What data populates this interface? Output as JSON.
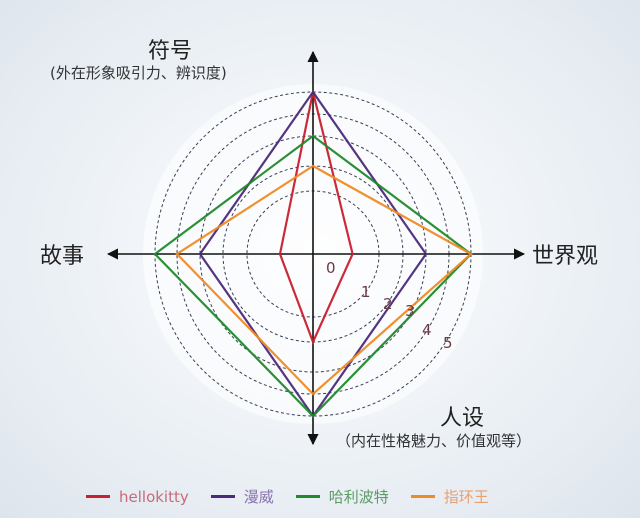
{
  "chart_data": {
    "type": "radar",
    "title": "",
    "scale": {
      "min": 0,
      "max": 5,
      "ticks": [
        0,
        1,
        2,
        3,
        4,
        5
      ],
      "grid": "dashed concentric circles"
    },
    "axes": [
      {
        "key": "symbol",
        "label": "符号",
        "sublabel": "(外在形象吸引力、辨识度)",
        "direction": "up"
      },
      {
        "key": "worldview",
        "label": "世界观",
        "sublabel": "",
        "direction": "right"
      },
      {
        "key": "persona",
        "label": "人设",
        "sublabel": "（内在性格魅力、价值观等）",
        "direction": "down"
      },
      {
        "key": "story",
        "label": "故事",
        "sublabel": "",
        "direction": "left"
      }
    ],
    "categories": [
      "符号",
      "世界观",
      "人设",
      "故事"
    ],
    "series": [
      {
        "name": "hellokitty",
        "color": "#c8202e",
        "legend_text_color": "#c96a78",
        "values": [
          5,
          0.6,
          2,
          0.5
        ]
      },
      {
        "name": "漫威",
        "color": "#4a2a7a",
        "legend_text_color": "#8a72b0",
        "values": [
          5,
          3,
          5,
          3
        ]
      },
      {
        "name": "哈利波特",
        "color": "#1f8a2a",
        "legend_text_color": "#5c9a66",
        "values": [
          3,
          5,
          5,
          5
        ]
      },
      {
        "name": "指环王",
        "color": "#f08a24",
        "legend_text_color": "#e8a070",
        "values": [
          2,
          5,
          4,
          4
        ]
      }
    ],
    "legend_position": "bottom"
  },
  "labels": {
    "top_title": "符号",
    "top_sub": "(外在形象吸引力、辨识度)",
    "right_title": "世界观",
    "left_title": "故事",
    "bottom_title": "人设",
    "bottom_sub": "（内在性格魅力、价值观等）"
  },
  "legend": [
    {
      "name": "hellokitty"
    },
    {
      "name": "漫威"
    },
    {
      "name": "哈利波特"
    },
    {
      "name": "指环王"
    }
  ]
}
